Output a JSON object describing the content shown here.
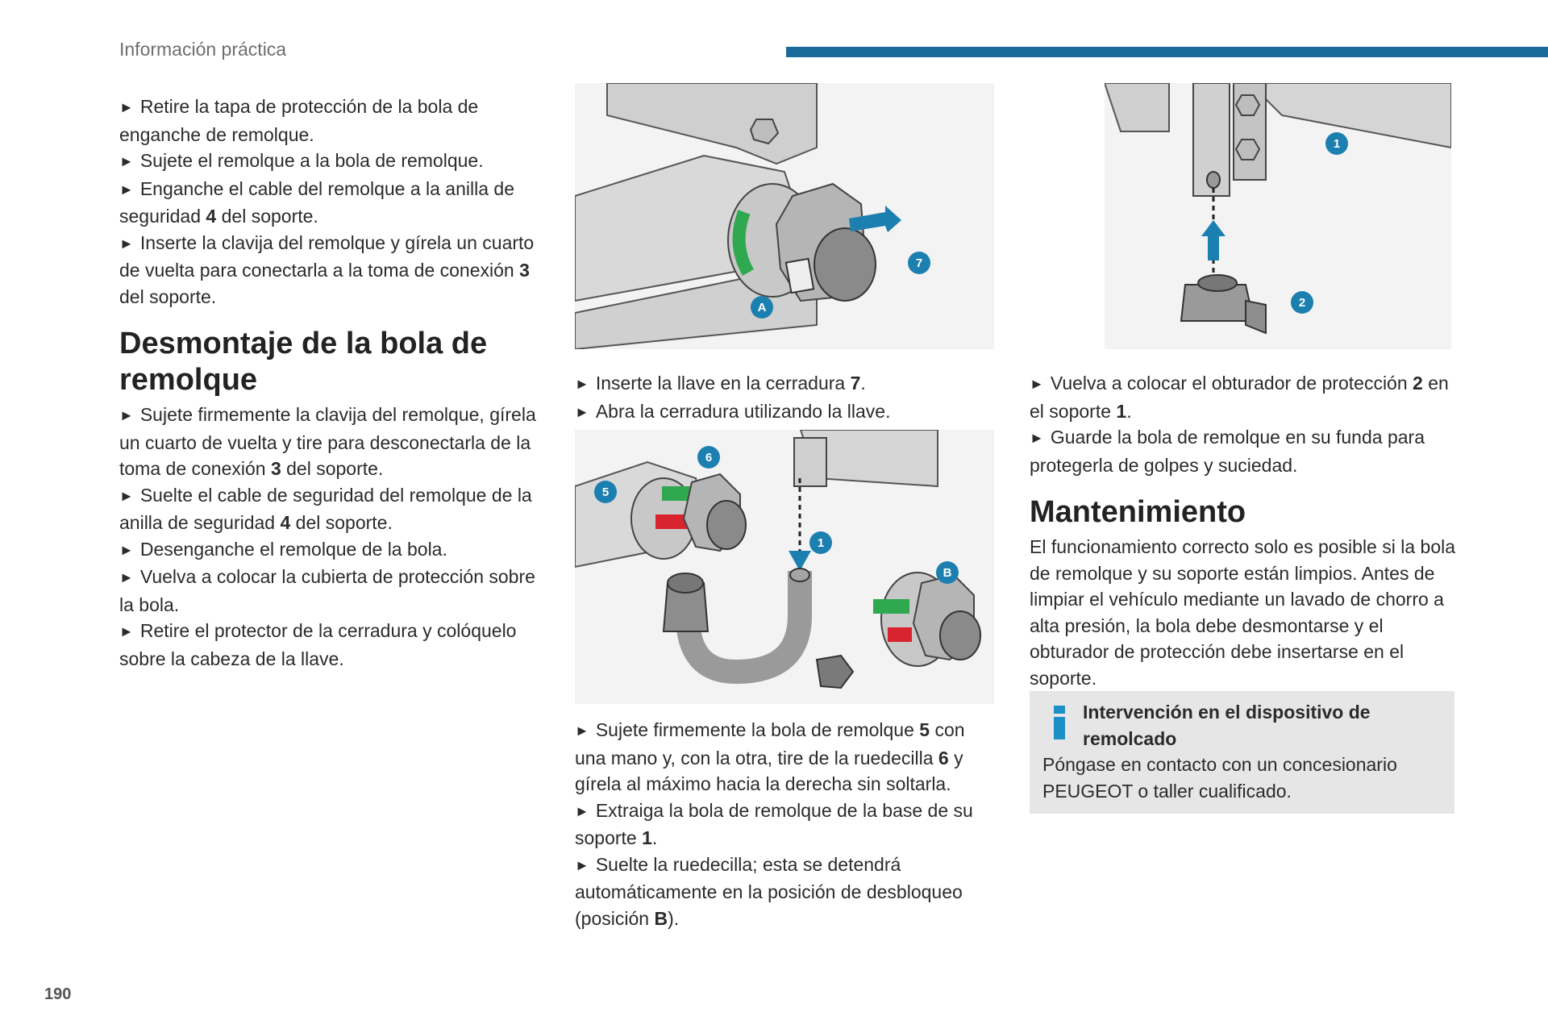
{
  "header": {
    "section_title": "Información práctica"
  },
  "page_number": "190",
  "col1": {
    "steps_a": [
      [
        "Retire la tapa de protección de la bola de enganche de remolque."
      ],
      [
        "Sujete el remolque a la bola de remolque."
      ],
      [
        "Enganche el cable del remolque a la anilla de seguridad ",
        "4",
        " del soporte."
      ],
      [
        "Inserte la clavija del remolque y gírela un cuarto de vuelta para conectarla a la toma de conexión ",
        "3",
        " del soporte."
      ]
    ],
    "heading": "Desmontaje de la bola de remolque",
    "steps_b": [
      [
        "Sujete firmemente la clavija del remolque, gírela un cuarto de vuelta y tire para desconectarla de la toma de conexión ",
        "3",
        " del soporte."
      ],
      [
        "Suelte el cable de seguridad del remolque de la anilla de seguridad ",
        "4",
        " del soporte."
      ],
      [
        "Desenganche el remolque de la bola."
      ],
      [
        "Vuelva a colocar la cubierta de protección sobre la bola."
      ],
      [
        "Retire el protector de la cerradura y colóquelo sobre la cabeza de la llave."
      ]
    ]
  },
  "col2": {
    "figure1_badges": {
      "a": "A",
      "seven": "7"
    },
    "steps_a": [
      [
        "Inserte la llave en la cerradura ",
        "7",
        "."
      ],
      [
        "Abra la cerradura utilizando la llave."
      ]
    ],
    "figure2_badges": {
      "five": "5",
      "six": "6",
      "one": "1",
      "b": "B"
    },
    "steps_b": [
      [
        "Sujete firmemente la bola de remolque ",
        "5",
        " con una mano y, con la otra, tire de la ruedecilla ",
        "6",
        " y gírela al máximo hacia la derecha sin soltarla."
      ],
      [
        "Extraiga la bola de remolque de la base de su soporte ",
        "1",
        "."
      ],
      [
        "Suelte la ruedecilla; esta se detendrá automáticamente en la posición de desbloqueo (posición ",
        "B",
        ")."
      ]
    ]
  },
  "col3": {
    "figure3_badges": {
      "one": "1",
      "two": "2"
    },
    "steps": [
      [
        "Vuelva a colocar el obturador de protección ",
        "2",
        " en el soporte ",
        "1",
        "."
      ],
      [
        "Guarde la bola de remolque en su funda para protegerla de golpes y suciedad."
      ]
    ],
    "heading": "Mantenimiento",
    "paragraph": "El funcionamiento correcto solo es posible si la bola de remolque y su soporte están limpios. Antes de limpiar el vehículo mediante un lavado de chorro a alta presión, la bola debe desmontarse y el obturador de protección debe insertarse en el soporte.",
    "info": {
      "title": "Intervención en el dispositivo de remolcado",
      "body": "Póngase en contacto con un concesionario PEUGEOT o taller cualificado."
    }
  },
  "colors": {
    "accent_blue": "#1b6b9a",
    "badge_blue": "#1b7fb0",
    "info_bg": "#e6e6e6",
    "green": "#2fa84f",
    "red": "#d9232e"
  },
  "icons": {
    "bullet": "triangle-bullet-icon",
    "info": "info-icon"
  }
}
